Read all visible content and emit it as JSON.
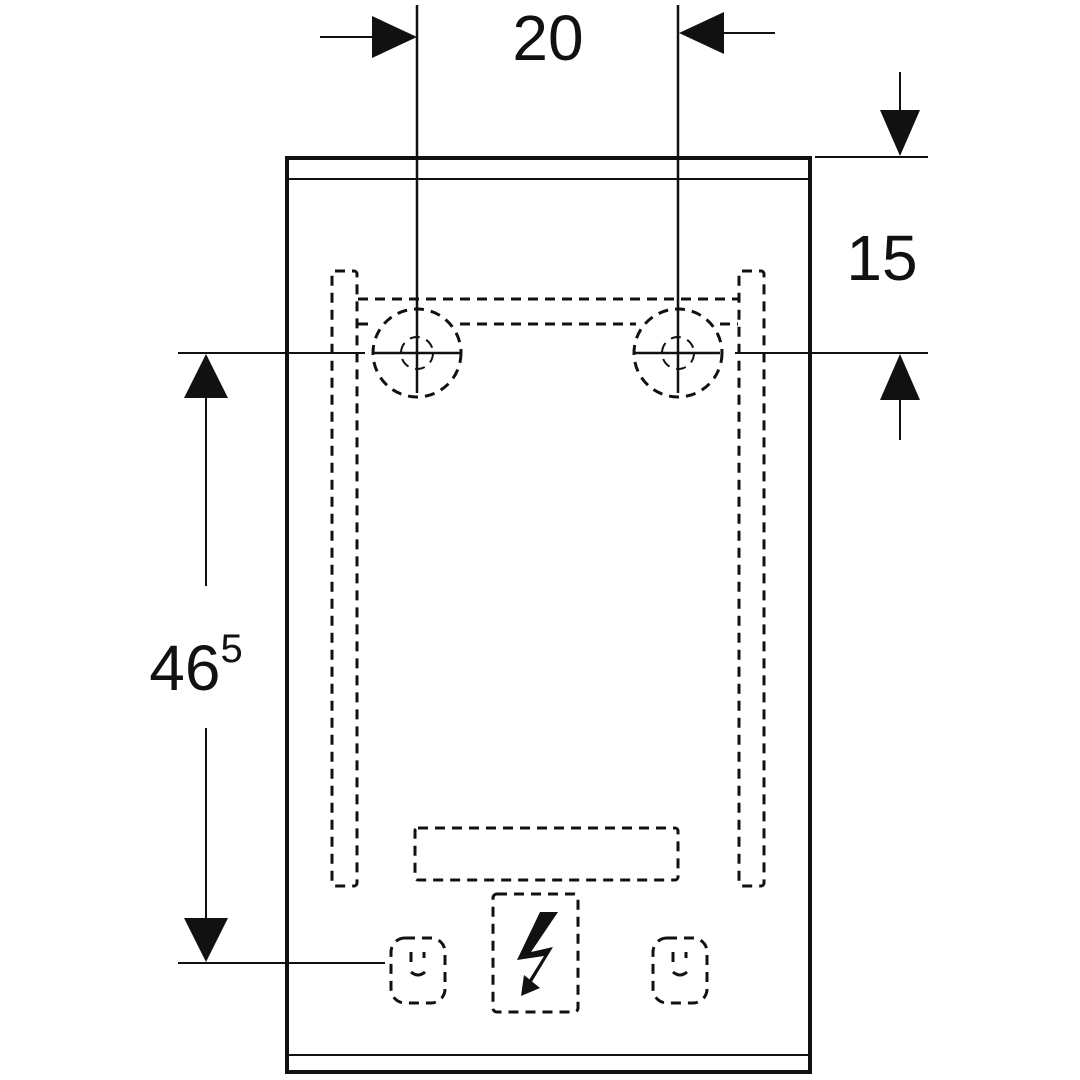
{
  "dimensions": {
    "top_spacing": "20",
    "top_offset": "15",
    "height_main": "46",
    "height_sup": "5"
  },
  "colors": {
    "line": "#111111",
    "background": "#ffffff"
  },
  "icons": [
    "electrical-connection-icon",
    "keyhole-mount-icon"
  ]
}
